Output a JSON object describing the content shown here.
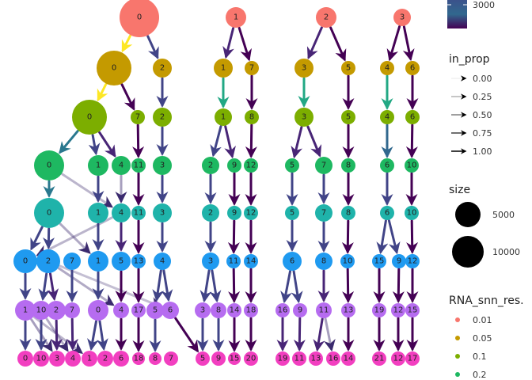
{
  "colors": {
    "res_0.01": "#F8766D",
    "res_0.05": "#C49A00",
    "res_0.1": "#7CAE00",
    "res_0.2": "#1EB861",
    "res_0.3": "#1FB3AA",
    "res_0.4": "#1F9AF0",
    "res_0.5": "#B66CF0",
    "res_0.6": "#F23FC0"
  },
  "tree": {
    "levels": [
      [
        "0",
        "1",
        "2",
        "3"
      ],
      [
        "0",
        "2",
        "1",
        "7",
        "3",
        "5",
        "4",
        "6"
      ],
      [
        "0",
        "7",
        "2",
        "1",
        "8",
        "3",
        "5",
        "4",
        "6"
      ],
      [
        "0",
        "1",
        "4",
        "11",
        "3",
        "2",
        "9",
        "12",
        "5",
        "7",
        "8",
        "6",
        "10"
      ],
      [
        "0",
        "1",
        "4",
        "11",
        "3",
        "2",
        "9",
        "12",
        "5",
        "7",
        "8",
        "6",
        "10"
      ],
      [
        "0",
        "2",
        "7",
        "1",
        "5",
        "13",
        "4",
        "3",
        "11",
        "14",
        "6",
        "8",
        "10",
        "15",
        "9",
        "12"
      ],
      [
        "1",
        "10",
        "2",
        "7",
        "0",
        "4",
        "17",
        "5",
        "6",
        "3",
        "8",
        "14",
        "18",
        "16",
        "9",
        "11",
        "13",
        "19",
        "12",
        "15"
      ],
      [
        "0",
        "10",
        "3",
        "4",
        "1",
        "2",
        "6",
        "18",
        "8",
        "7",
        "5",
        "9",
        "15",
        "20",
        "19",
        "11",
        "13",
        "16",
        "14",
        "21",
        "12",
        "17"
      ]
    ]
  },
  "legend": {
    "color_scale": {
      "tick": "3000"
    },
    "in_prop": {
      "title": "in_prop",
      "values": [
        "0.00",
        "0.25",
        "0.50",
        "0.75",
        "1.00"
      ]
    },
    "size": {
      "title": "size",
      "values": [
        "5000",
        "10000"
      ]
    },
    "resolution": {
      "title": "RNA_snn_res.",
      "values": [
        "0.01",
        "0.05",
        "0.1",
        "0.2"
      ]
    }
  }
}
